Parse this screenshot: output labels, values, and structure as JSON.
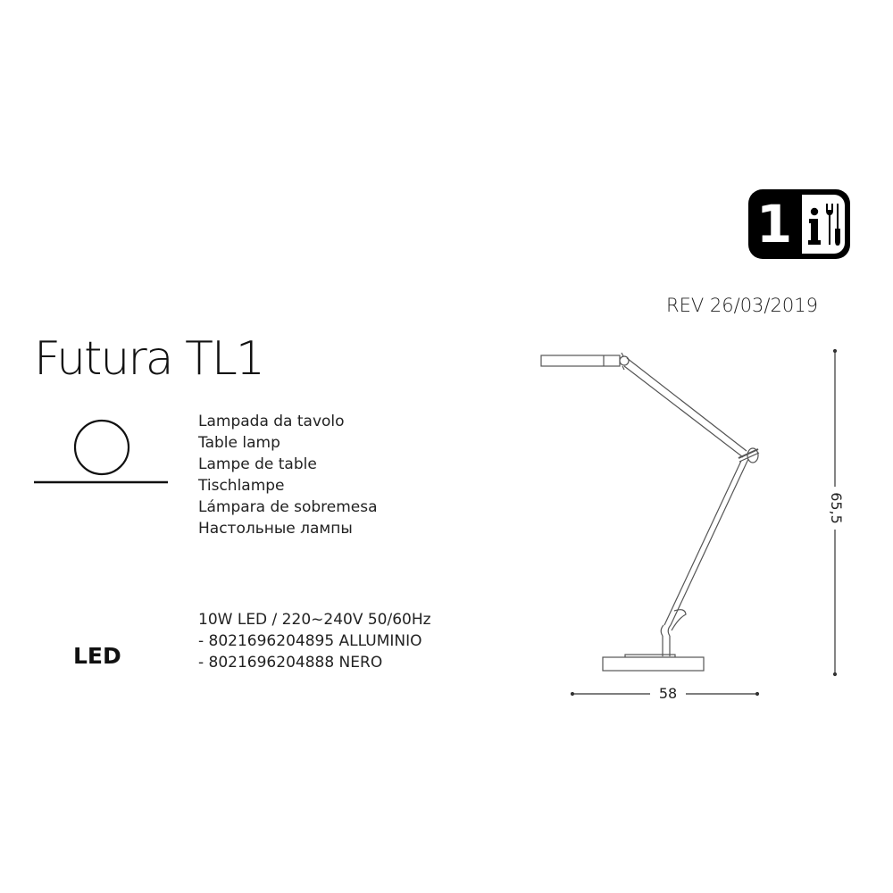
{
  "badge": {
    "number": "1",
    "icons": [
      "info-icon",
      "screwdriver-icon",
      "wrench-icon"
    ],
    "colors": {
      "background": "#000000",
      "panel": "#ffffff",
      "number": "#ffffff"
    }
  },
  "header": {
    "revision": "REV 26/03/2019"
  },
  "product": {
    "title": "Futura TL1",
    "type_symbol": "table-lamp-symbol-icon",
    "names": [
      "Lampada da tavolo",
      "Table lamp",
      "Lampe de table",
      "Tischlampe",
      "Lámpara de sobremesa",
      "Настольные лампы"
    ],
    "light_source_label": "LED",
    "specs": [
      "10W LED / 220~240V 50/60Hz",
      "- 8021696204895 ALLUMINIO",
      "- 8021696204888 NERO"
    ]
  },
  "drawing": {
    "width_dimension": "58",
    "height_dimension": "65,5",
    "line_color": "#555555"
  }
}
